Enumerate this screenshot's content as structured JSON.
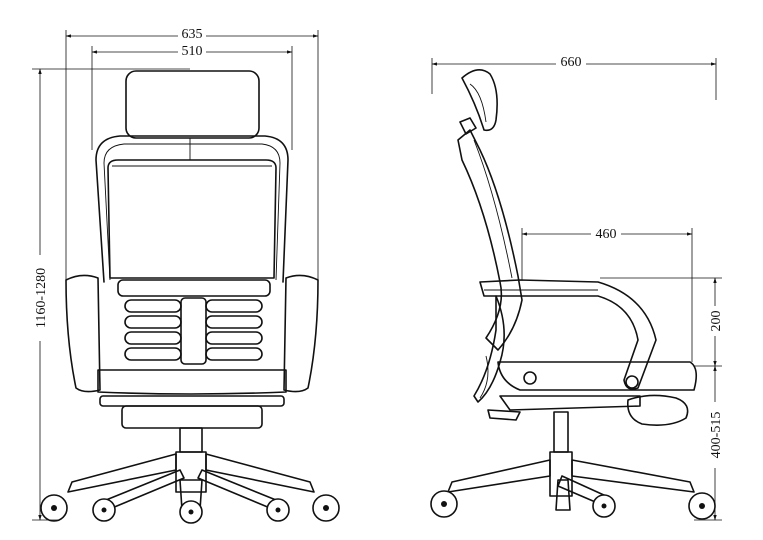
{
  "dimensions": {
    "front_outer_width": "635",
    "front_inner_width": "510",
    "front_total_height": "1160-1280",
    "side_total_depth": "660",
    "side_seat_depth": "460",
    "side_armrest_height": "200",
    "side_seat_height": "400-515"
  }
}
